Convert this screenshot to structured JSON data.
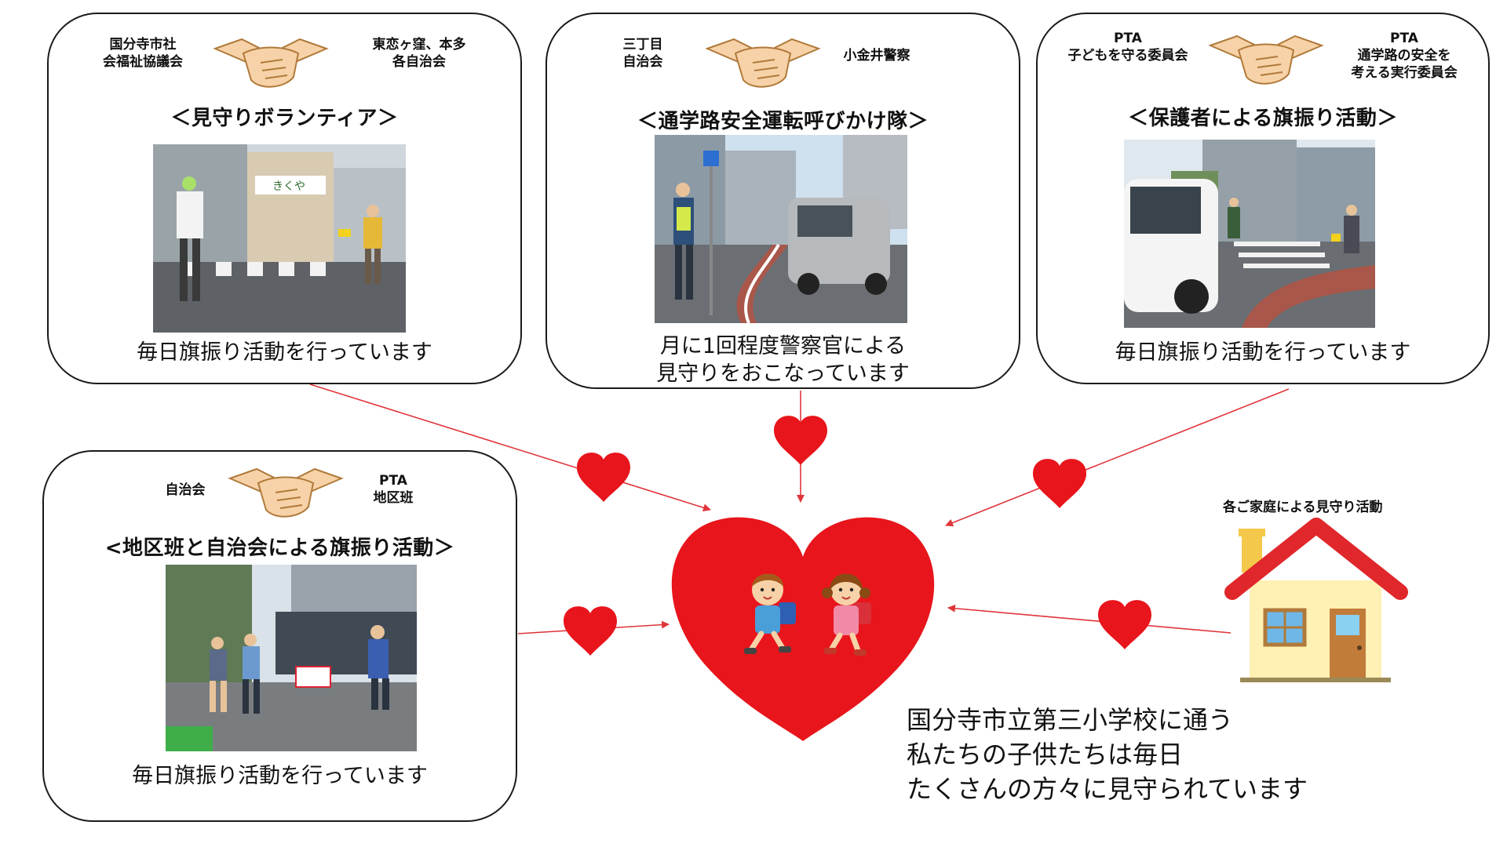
{
  "panels": {
    "volunteer": {
      "org_left": "国分寺市社\n会福祉協議会",
      "org_right": "東恋ヶ窪、本多\n各自治会",
      "title": "＜見守りボランティア＞",
      "shop_sign": "きくや",
      "caption": "毎日旗振り活動を行っています"
    },
    "police": {
      "org_left": "三丁目\n自治会",
      "org_right": "小金井警察",
      "title": "＜通学路安全運転呼びかけ隊＞",
      "caption": "月に1回程度警察官による\n見守りをおこなっています"
    },
    "guardian": {
      "org_left": "PTA\n子どもを守る委員会",
      "org_right": "PTA\n通学路の安全を\n考える実行委員会",
      "title": "＜保護者による旗振り活動＞",
      "caption": "毎日旗振り活動を行っています"
    },
    "district": {
      "org_left": "自治会",
      "org_right": "PTA\n地区班",
      "title": "<地区班と自治会による旗振り活動＞",
      "caption": "毎日旗振り活動を行っています"
    }
  },
  "home": {
    "label": "各ご家庭による見守り活動"
  },
  "main_message": "国分寺市立第三小学校に通う\n私たちの子供たちは毎日\nたくさんの方々に見守られています",
  "colors": {
    "heart": "#e8151c",
    "arrow": "#e0353a",
    "roof": "#e0272b",
    "wall": "#fff0b3",
    "skin": "#f7d2a8",
    "border": "#1a1a1a"
  },
  "icons": [
    "handshake-icon",
    "heart-icon",
    "house-icon"
  ]
}
